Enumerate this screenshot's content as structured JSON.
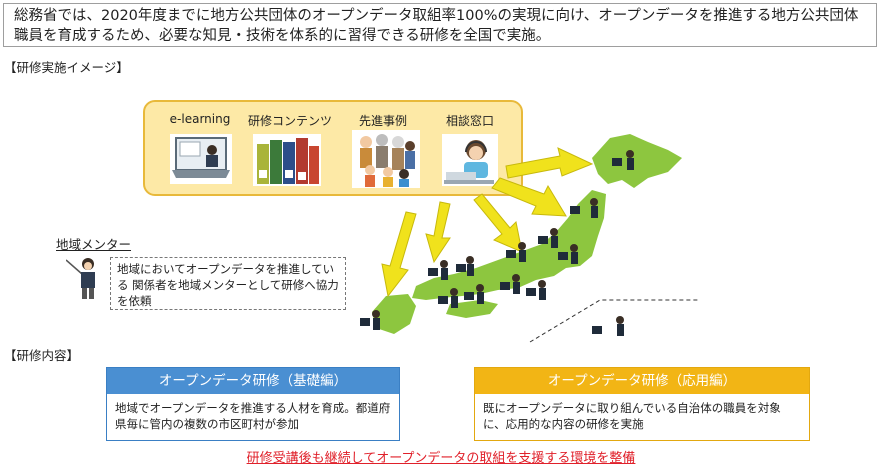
{
  "intro_text": "総務省では、2020年度までに地方公共団体のオープンデータ取組率100%の実現に向け、オープンデータを推進する地方公共団体職員を育成するため、必要な知見・技術を体系的に習得できる研修を全国で実施。",
  "section_image_label": "【研修実施イメージ】",
  "section_content_label": "【研修内容】",
  "tools": [
    {
      "label": "e-learning",
      "icon": "laptop-lecture-icon"
    },
    {
      "label": "研修コンテンツ",
      "icon": "books-icon"
    },
    {
      "label": "先進事例",
      "icon": "family-group-icon"
    },
    {
      "label": "相談窓口",
      "icon": "help-desk-operator-icon"
    }
  ],
  "mentor": {
    "title": "地域メンター",
    "text": "地域においてオープンデータを推進している 関係者を地域メンターとして研修へ協力を依頼"
  },
  "courses": [
    {
      "title": "オープンデータ研修（基礎編）",
      "body": "地域でオープンデータを推進する人材を育成。都道府県毎に管内の複数の市区町村が参加",
      "color": "#3a7fc4"
    },
    {
      "title": "オープンデータ研修（応用編）",
      "body": "既にオープンデータに取り組んでいる自治体の職員を対象に、応用的な内容の研修を実施",
      "color": "#f2b515"
    }
  ],
  "footer": "研修受講後も継続してオープンデータの取組を支援する環境を整備",
  "colors": {
    "map_green": "#8dc63f",
    "arrow_yellow": "#f0e21c",
    "box_fill": "#fde9a6",
    "box_border": "#e8b93a"
  }
}
